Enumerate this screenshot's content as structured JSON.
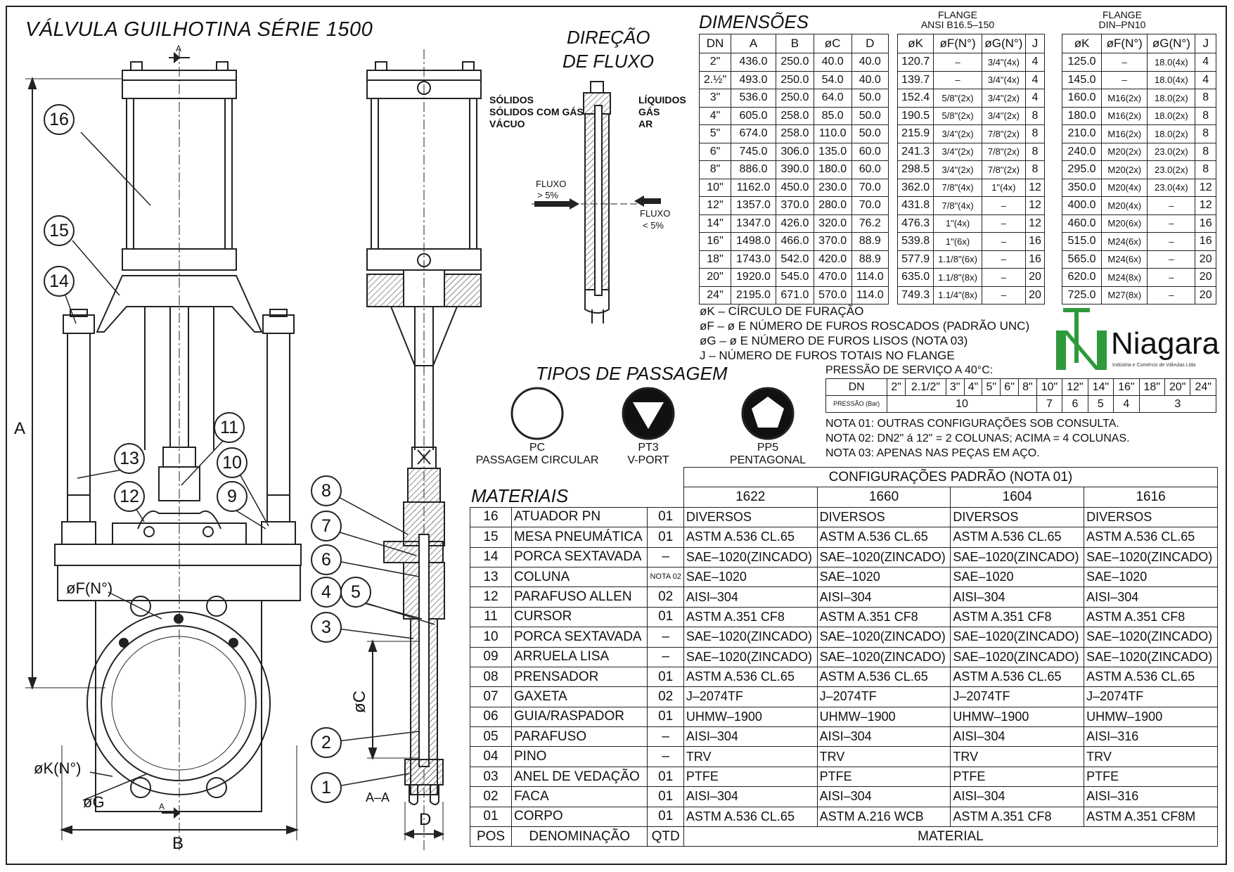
{
  "title": "VÁLVULA GUILHOTINA SÉRIE 1500",
  "flow": {
    "title_line1": "DIREÇÃO",
    "title_line2": "DE FLUXO",
    "left_label_1": "SÓLIDOS",
    "left_label_2": "SÓLIDOS COM GÁS",
    "left_label_3": "VÁCUO",
    "right_label_1": "LÍQUIDOS",
    "right_label_2": "GÁS",
    "right_label_3": "AR",
    "flow_left_1": "FLUXO",
    "flow_left_2": "> 5%",
    "flow_right_1": "FLUXO",
    "flow_right_2": "< 5%"
  },
  "drawing_labels": {
    "A": "A",
    "B": "B",
    "C": "øC",
    "D": "D",
    "F": "øF(N°)",
    "K": "øK(N°)",
    "G": "øG",
    "section": "A–A",
    "arrowA1": "A",
    "arrowA2": "A"
  },
  "callouts": [
    "16",
    "15",
    "14",
    "13",
    "12",
    "11",
    "10",
    "9",
    "8",
    "7",
    "6",
    "5",
    "4",
    "3",
    "2",
    "1"
  ],
  "dimensions": {
    "title": "DIMENSÕES",
    "headers": [
      "DN",
      "A",
      "B",
      "øC",
      "D"
    ],
    "rows": [
      [
        "2\"",
        "436.0",
        "250.0",
        "40.0",
        "40.0"
      ],
      [
        "2.½\"",
        "493.0",
        "250.0",
        "54.0",
        "40.0"
      ],
      [
        "3\"",
        "536.0",
        "250.0",
        "64.0",
        "50.0"
      ],
      [
        "4\"",
        "605.0",
        "258.0",
        "85.0",
        "50.0"
      ],
      [
        "5\"",
        "674.0",
        "258.0",
        "110.0",
        "50.0"
      ],
      [
        "6\"",
        "745.0",
        "306.0",
        "135.0",
        "60.0"
      ],
      [
        "8\"",
        "886.0",
        "390.0",
        "180.0",
        "60.0"
      ],
      [
        "10\"",
        "1162.0",
        "450.0",
        "230.0",
        "70.0"
      ],
      [
        "12\"",
        "1357.0",
        "370.0",
        "280.0",
        "70.0"
      ],
      [
        "14\"",
        "1347.0",
        "426.0",
        "320.0",
        "76.2"
      ],
      [
        "16\"",
        "1498.0",
        "466.0",
        "370.0",
        "88.9"
      ],
      [
        "18\"",
        "1743.0",
        "542.0",
        "420.0",
        "88.9"
      ],
      [
        "20\"",
        "1920.0",
        "545.0",
        "470.0",
        "114.0"
      ],
      [
        "24\"",
        "2195.0",
        "671.0",
        "570.0",
        "114.0"
      ]
    ]
  },
  "ansi": {
    "head1": "FLANGE",
    "head2": "ANSI B16.5–150",
    "headers": [
      "øK",
      "øF(N°)",
      "øG(N°)",
      "J"
    ],
    "rows": [
      [
        "120.7",
        "–",
        "3/4\"(4x)",
        "4"
      ],
      [
        "139.7",
        "–",
        "3/4\"(4x)",
        "4"
      ],
      [
        "152.4",
        "5/8\"(2x)",
        "3/4\"(2x)",
        "4"
      ],
      [
        "190.5",
        "5/8\"(2x)",
        "3/4\"(2x)",
        "8"
      ],
      [
        "215.9",
        "3/4\"(2x)",
        "7/8\"(2x)",
        "8"
      ],
      [
        "241.3",
        "3/4\"(2x)",
        "7/8\"(2x)",
        "8"
      ],
      [
        "298.5",
        "3/4\"(2x)",
        "7/8\"(2x)",
        "8"
      ],
      [
        "362.0",
        "7/8\"(4x)",
        "1\"(4x)",
        "12"
      ],
      [
        "431.8",
        "7/8\"(4x)",
        "–",
        "12"
      ],
      [
        "476.3",
        "1\"(4x)",
        "–",
        "12"
      ],
      [
        "539.8",
        "1\"(6x)",
        "–",
        "16"
      ],
      [
        "577.9",
        "1.1/8\"(6x)",
        "–",
        "16"
      ],
      [
        "635.0",
        "1.1/8\"(8x)",
        "–",
        "20"
      ],
      [
        "749.3",
        "1.1/4\"(8x)",
        "–",
        "20"
      ]
    ]
  },
  "din": {
    "head1": "FLANGE",
    "head2": "DIN–PN10",
    "headers": [
      "øK",
      "øF(N°)",
      "øG(N°)",
      "J"
    ],
    "rows": [
      [
        "125.0",
        "–",
        "18.0(4x)",
        "4"
      ],
      [
        "145.0",
        "–",
        "18.0(4x)",
        "4"
      ],
      [
        "160.0",
        "M16(2x)",
        "18.0(2x)",
        "8"
      ],
      [
        "180.0",
        "M16(2x)",
        "18.0(2x)",
        "8"
      ],
      [
        "210.0",
        "M16(2x)",
        "18.0(2x)",
        "8"
      ],
      [
        "240.0",
        "M20(2x)",
        "23.0(2x)",
        "8"
      ],
      [
        "295.0",
        "M20(2x)",
        "23.0(2x)",
        "8"
      ],
      [
        "350.0",
        "M20(4x)",
        "23.0(4x)",
        "12"
      ],
      [
        "400.0",
        "M20(4x)",
        "–",
        "12"
      ],
      [
        "460.0",
        "M20(6x)",
        "–",
        "16"
      ],
      [
        "515.0",
        "M24(6x)",
        "–",
        "16"
      ],
      [
        "565.0",
        "M24(6x)",
        "–",
        "20"
      ],
      [
        "620.0",
        "M24(8x)",
        "–",
        "20"
      ],
      [
        "725.0",
        "M27(8x)",
        "–",
        "20"
      ]
    ]
  },
  "legend": [
    "øK – CÍRCULO DE FURAÇÃO",
    "øF – ø E NÚMERO DE FUROS ROSCADOS (PADRÃO UNC)",
    "øG – ø E NÚMERO DE FUROS LISOS (NOTA 03)",
    "J – NÚMERO DE FUROS TOTAIS NO FLANGE"
  ],
  "logo": {
    "name": "Niagara",
    "sub": "Indústria e Comércio de Válvulas Ltda",
    "color": "#2e9a3a"
  },
  "pressure": {
    "title": "PRESSÃO DE SERVIÇO A 40°C:",
    "dn_label": "DN",
    "pr_label": "PRESSÃO (Bar)",
    "sizes": [
      "2\"",
      "2.1/2\"",
      "3\"",
      "4\"",
      "5\"",
      "6\"",
      "8\"",
      "10\"",
      "12\"",
      "14\"",
      "16\"",
      "18\"",
      "20\"",
      "24\""
    ],
    "values": [
      "10",
      "7",
      "6",
      "5",
      "4",
      "3"
    ]
  },
  "notes": [
    "NOTA 01: OUTRAS CONFIGURAÇÕES SOB CONSULTA.",
    "NOTA 02: DN2\" á 12\" = 2 COLUNAS; ACIMA = 4 COLUNAS.",
    "NOTA 03: APENAS NAS PEÇAS EM AÇO."
  ],
  "passage": {
    "title": "TIPOS DE PASSAGEM",
    "types": [
      {
        "code": "PC",
        "name": "PASSAGEM CIRCULAR"
      },
      {
        "code": "PT3",
        "name": "V-PORT"
      },
      {
        "code": "PP5",
        "name": "PENTAGONAL"
      }
    ]
  },
  "materials": {
    "title": "MATERIAIS",
    "config_title": "CONFIGURAÇÕES PADRÃO (NOTA 01)",
    "configs": [
      "1622",
      "1660",
      "1604",
      "1616"
    ],
    "footer": [
      "POS",
      "DENOMINAÇÃO",
      "QTD",
      "MATERIAL"
    ],
    "rows": [
      [
        "16",
        "ATUADOR PN",
        "01",
        "DIVERSOS",
        "DIVERSOS",
        "DIVERSOS",
        "DIVERSOS"
      ],
      [
        "15",
        "MESA PNEUMÁTICA",
        "01",
        "ASTM A.536 CL.65",
        "ASTM A.536 CL.65",
        "ASTM A.536 CL.65",
        "ASTM A.536 CL.65"
      ],
      [
        "14",
        "PORCA SEXTAVADA",
        "–",
        "SAE–1020(ZINCADO)",
        "SAE–1020(ZINCADO)",
        "SAE–1020(ZINCADO)",
        "SAE–1020(ZINCADO)"
      ],
      [
        "13",
        "COLUNA",
        "NOTA 02",
        "SAE–1020",
        "SAE–1020",
        "SAE–1020",
        "SAE–1020"
      ],
      [
        "12",
        "PARAFUSO ALLEN",
        "02",
        "AISI–304",
        "AISI–304",
        "AISI–304",
        "AISI–304"
      ],
      [
        "11",
        "CURSOR",
        "01",
        "ASTM A.351 CF8",
        "ASTM A.351 CF8",
        "ASTM A.351 CF8",
        "ASTM A.351 CF8"
      ],
      [
        "10",
        "PORCA SEXTAVADA",
        "–",
        "SAE–1020(ZINCADO)",
        "SAE–1020(ZINCADO)",
        "SAE–1020(ZINCADO)",
        "SAE–1020(ZINCADO)"
      ],
      [
        "09",
        "ARRUELA LISA",
        "–",
        "SAE–1020(ZINCADO)",
        "SAE–1020(ZINCADO)",
        "SAE–1020(ZINCADO)",
        "SAE–1020(ZINCADO)"
      ],
      [
        "08",
        "PRENSADOR",
        "01",
        "ASTM A.536 CL.65",
        "ASTM A.536 CL.65",
        "ASTM A.536 CL.65",
        "ASTM A.536 CL.65"
      ],
      [
        "07",
        "GAXETA",
        "02",
        "J–2074TF",
        "J–2074TF",
        "J–2074TF",
        "J–2074TF"
      ],
      [
        "06",
        "GUIA/RASPADOR",
        "01",
        "UHMW–1900",
        "UHMW–1900",
        "UHMW–1900",
        "UHMW–1900"
      ],
      [
        "05",
        "PARAFUSO",
        "–",
        "AISI–304",
        "AISI–304",
        "AISI–304",
        "AISI–316"
      ],
      [
        "04",
        "PINO",
        "–",
        "TRV",
        "TRV",
        "TRV",
        "TRV"
      ],
      [
        "03",
        "ANEL DE VEDAÇÃO",
        "01",
        "PTFE",
        "PTFE",
        "PTFE",
        "PTFE"
      ],
      [
        "02",
        "FACA",
        "01",
        "AISI–304",
        "AISI–304",
        "AISI–304",
        "AISI–316"
      ],
      [
        "01",
        "CORPO",
        "01",
        "ASTM A.536 CL.65",
        "ASTM A.216 WCB",
        "ASTM A.351 CF8",
        "ASTM A.351 CF8M"
      ]
    ]
  }
}
